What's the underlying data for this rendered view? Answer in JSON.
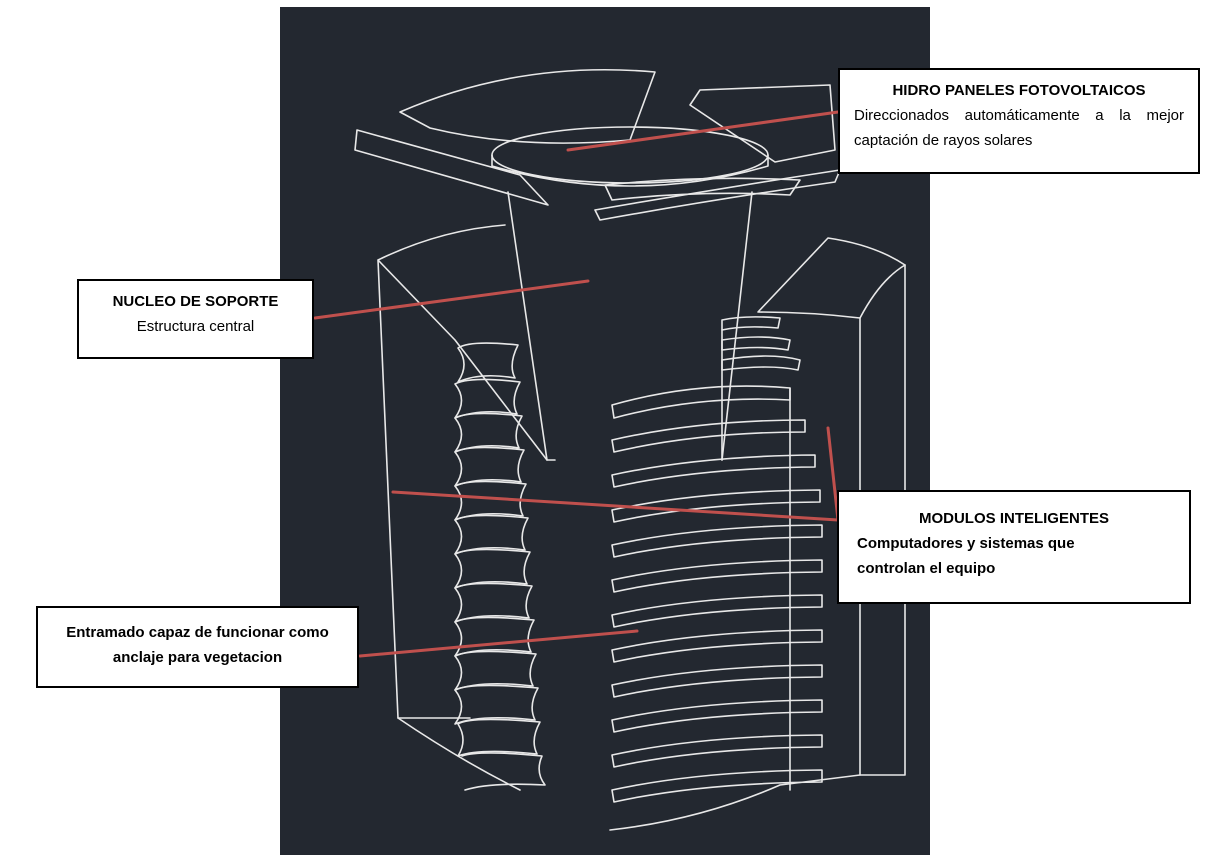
{
  "colors": {
    "panel_background": "#232830",
    "wireframe": "#e8e8e8",
    "leader_line": "#c0504d"
  },
  "callouts": {
    "paneles": {
      "title": "HIDRO PANELES FOTOVOLTAICOS",
      "description": "Direccionados automáticamente a la mejor captación de rayos solares"
    },
    "nucleo": {
      "title": "NUCLEO DE SOPORTE",
      "description": "Estructura central"
    },
    "modulos": {
      "title": "MODULOS INTELIGENTES",
      "description": "Computadores y sistemas que controlan el equipo"
    },
    "entramado": {
      "title": "",
      "description": "Entramado capaz de funcionar como anclaje para vegetacion"
    }
  }
}
